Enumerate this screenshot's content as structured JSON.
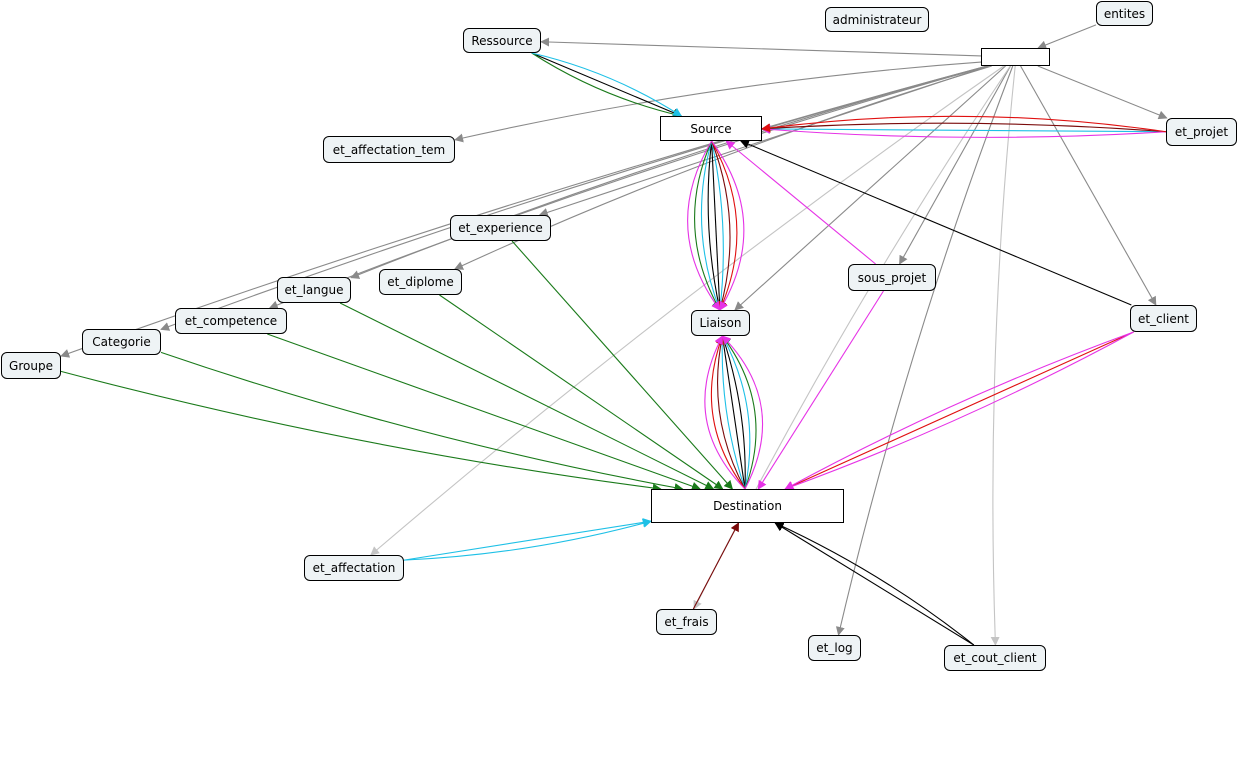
{
  "colors": {
    "gray": "#8a8a8a",
    "lightgray": "#c4c4c4",
    "black": "#000000",
    "green": "#1a7a1a",
    "cyan": "#1ec0e6",
    "magenta": "#e633e6",
    "red": "#e01010",
    "darkred": "#7a0a0a"
  },
  "nodes": {
    "administrateur": "administrateur",
    "entites": "entites",
    "hub": "",
    "ressource": "Ressource",
    "source": "Source",
    "et_projet": "et_projet",
    "et_affectation_tem": "et_affectation_tem",
    "et_experience": "et_experience",
    "et_diplome": "et_diplome",
    "et_langue": "et_langue",
    "sous_projet": "sous_projet",
    "et_competence": "et_competence",
    "categorie": "Categorie",
    "liaison": "Liaison",
    "et_client": "et_client",
    "groupe": "Groupe",
    "destination": "Destination",
    "et_affectation": "et_affectation",
    "et_frais": "et_frais",
    "et_log": "et_log",
    "et_cout_client": "et_cout_client"
  },
  "edges": [
    {
      "from": "entites",
      "to": "hub",
      "color": "gray"
    },
    {
      "from": "hub",
      "to": "ressource",
      "color": "gray"
    },
    {
      "from": "hub",
      "to": "et_projet",
      "color": "gray"
    },
    {
      "from": "hub",
      "to": "et_affectation_tem",
      "color": "gray"
    },
    {
      "from": "hub",
      "to": "et_experience",
      "color": "gray"
    },
    {
      "from": "hub",
      "to": "et_diplome",
      "color": "gray"
    },
    {
      "from": "hub",
      "to": "et_langue",
      "color": "gray"
    },
    {
      "from": "hub",
      "to": "et_competence",
      "color": "gray"
    },
    {
      "from": "hub",
      "to": "categorie",
      "color": "gray"
    },
    {
      "from": "hub",
      "to": "groupe",
      "color": "gray"
    },
    {
      "from": "hub",
      "to": "sous_projet",
      "color": "gray"
    },
    {
      "from": "hub",
      "to": "et_client",
      "color": "gray"
    },
    {
      "from": "hub",
      "to": "et_log",
      "color": "gray"
    },
    {
      "from": "hub",
      "to": "liaison",
      "color": "gray"
    },
    {
      "from": "hub",
      "to": "et_cout_client",
      "color": "lightgray"
    },
    {
      "from": "hub",
      "to": "et_frais",
      "color": "lightgray"
    },
    {
      "from": "hub",
      "to": "et_affectation",
      "color": "lightgray"
    },
    {
      "from": "ressource",
      "to": "source",
      "color": "black"
    },
    {
      "from": "ressource",
      "to": "source",
      "color": "green"
    },
    {
      "from": "ressource",
      "to": "source",
      "color": "cyan"
    },
    {
      "from": "et_projet",
      "to": "source",
      "color": "cyan"
    },
    {
      "from": "et_projet",
      "to": "source",
      "color": "darkred"
    },
    {
      "from": "et_projet",
      "to": "source",
      "color": "magenta"
    },
    {
      "from": "et_projet",
      "to": "source",
      "color": "red"
    },
    {
      "from": "et_client",
      "to": "source",
      "color": "black"
    },
    {
      "from": "sous_projet",
      "to": "source",
      "color": "magenta"
    },
    {
      "from": "source",
      "to": "liaison",
      "color": "black"
    },
    {
      "from": "source",
      "to": "liaison",
      "color": "black"
    },
    {
      "from": "source",
      "to": "liaison",
      "color": "cyan"
    },
    {
      "from": "source",
      "to": "liaison",
      "color": "cyan"
    },
    {
      "from": "source",
      "to": "liaison",
      "color": "darkred"
    },
    {
      "from": "source",
      "to": "liaison",
      "color": "green"
    },
    {
      "from": "source",
      "to": "liaison",
      "color": "red"
    },
    {
      "from": "source",
      "to": "liaison",
      "color": "magenta"
    },
    {
      "from": "source",
      "to": "liaison",
      "color": "magenta"
    },
    {
      "from": "destination",
      "to": "liaison",
      "color": "black"
    },
    {
      "from": "destination",
      "to": "liaison",
      "color": "black"
    },
    {
      "from": "destination",
      "to": "liaison",
      "color": "cyan"
    },
    {
      "from": "destination",
      "to": "liaison",
      "color": "cyan"
    },
    {
      "from": "destination",
      "to": "liaison",
      "color": "darkred"
    },
    {
      "from": "destination",
      "to": "liaison",
      "color": "green"
    },
    {
      "from": "destination",
      "to": "liaison",
      "color": "red"
    },
    {
      "from": "destination",
      "to": "liaison",
      "color": "magenta"
    },
    {
      "from": "destination",
      "to": "liaison",
      "color": "magenta"
    },
    {
      "from": "groupe",
      "to": "destination",
      "color": "green"
    },
    {
      "from": "categorie",
      "to": "destination",
      "color": "green"
    },
    {
      "from": "et_competence",
      "to": "destination",
      "color": "green"
    },
    {
      "from": "et_langue",
      "to": "destination",
      "color": "green"
    },
    {
      "from": "et_diplome",
      "to": "destination",
      "color": "green"
    },
    {
      "from": "et_experience",
      "to": "destination",
      "color": "green"
    },
    {
      "from": "sous_projet",
      "to": "destination",
      "color": "magenta"
    },
    {
      "from": "et_client",
      "to": "destination",
      "color": "red"
    },
    {
      "from": "et_client",
      "to": "destination",
      "color": "magenta"
    },
    {
      "from": "et_client",
      "to": "destination",
      "color": "magenta"
    },
    {
      "from": "et_affectation",
      "to": "destination",
      "color": "cyan"
    },
    {
      "from": "et_affectation",
      "to": "destination",
      "color": "cyan"
    },
    {
      "from": "et_frais",
      "to": "destination",
      "color": "darkred"
    },
    {
      "from": "et_cout_client",
      "to": "destination",
      "color": "black"
    },
    {
      "from": "et_cout_client",
      "to": "destination",
      "color": "black"
    }
  ]
}
